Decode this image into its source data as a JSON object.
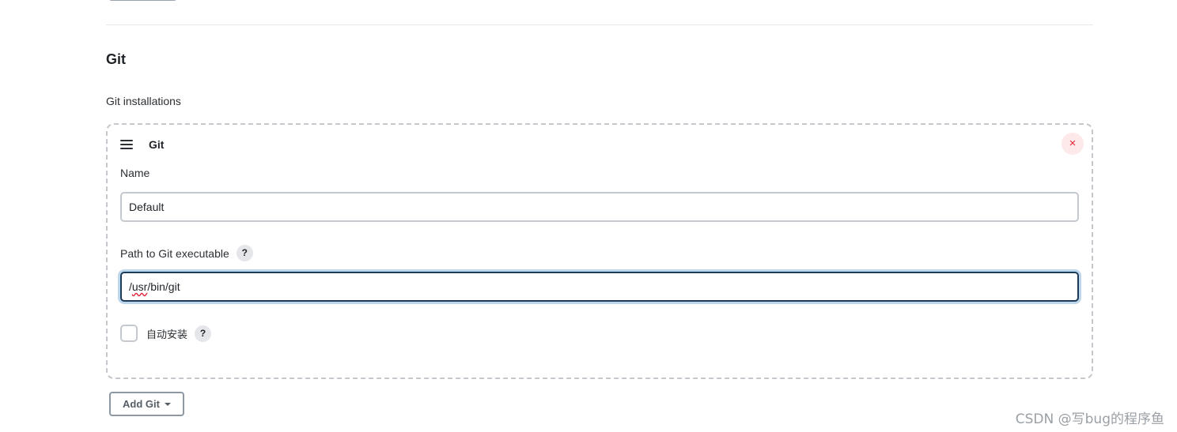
{
  "section": {
    "title": "Git",
    "subtitle": "Git installations"
  },
  "installation": {
    "title": "Git",
    "delete_symbol": "×",
    "name_label": "Name",
    "name_value": "Default",
    "path_label": "Path to Git executable",
    "path_value_prefix": "/",
    "path_value_misspelled": "usr",
    "path_value_suffix": "/bin/git",
    "auto_install_label": "自动安装",
    "auto_install_checked": false,
    "help_symbol": "?"
  },
  "add_button": {
    "label": "Add Git"
  },
  "watermark": "CSDN @写bug的程序鱼",
  "colors": {
    "accent_focus": "#1d3b57",
    "focus_ring": "#bcd7ec",
    "delete_red": "#e0243a",
    "delete_bg": "#fde8ea"
  }
}
